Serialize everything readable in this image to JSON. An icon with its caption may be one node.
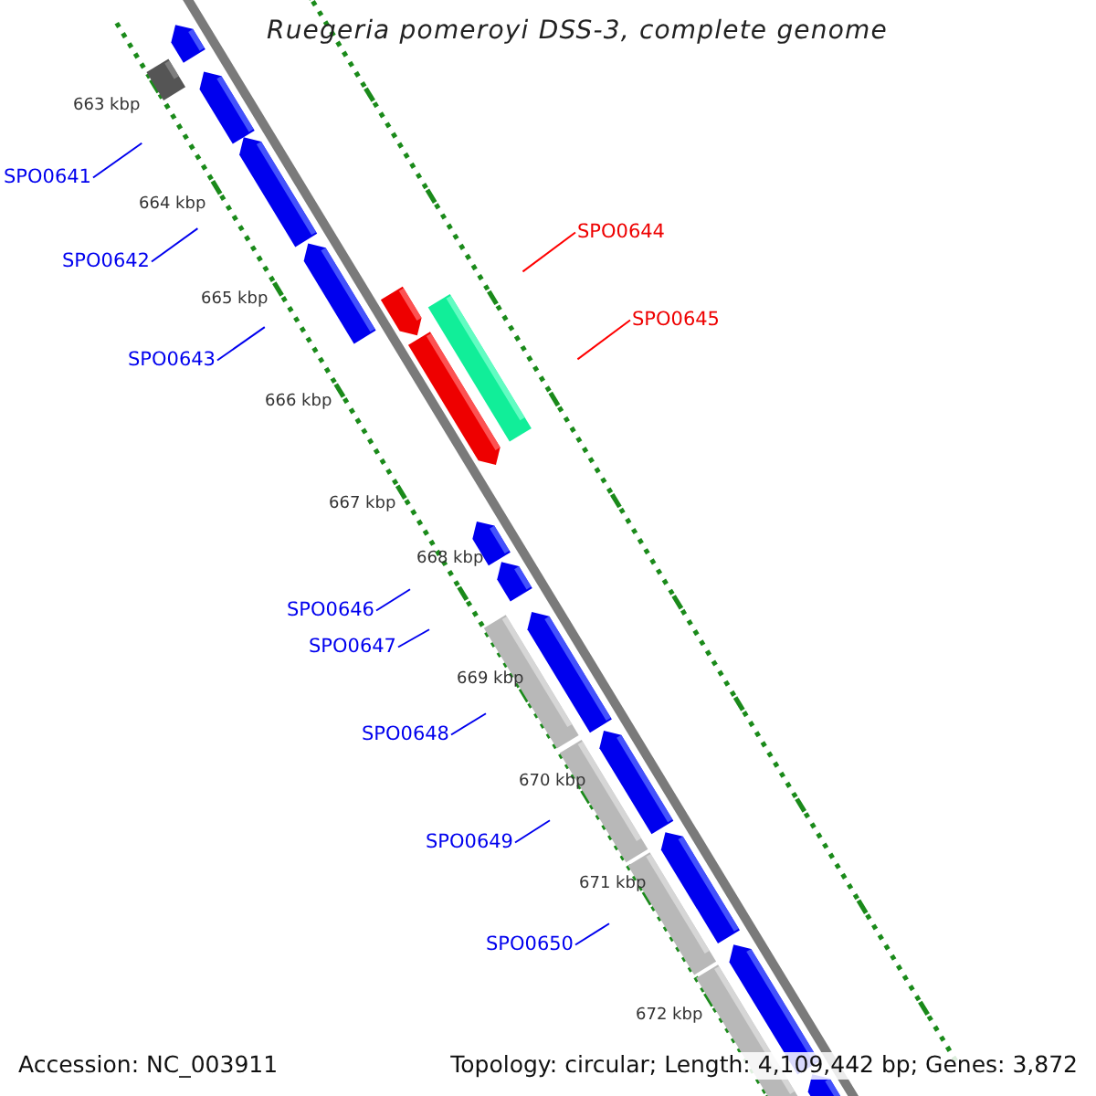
{
  "diagram": {
    "title": "Ruegeria pomeroyi DSS-3, complete genome",
    "nodes": [
      {
        "text": [
          "SPO0641"
        ]
      },
      {
        "text": [
          "SPO0642"
        ]
      },
      {
        "text": [
          "SPO0643"
        ]
      },
      {
        "text": [
          "SPO0644"
        ]
      },
      {
        "text": [
          "SPO0645"
        ]
      },
      {
        "text": [
          "SPO0646"
        ]
      },
      {
        "text": [
          "SPO0647"
        ]
      },
      {
        "text": [
          "SPO0648"
        ]
      },
      {
        "text": [
          "SPO0649"
        ]
      },
      {
        "text": [
          "SPO0650"
        ]
      }
    ],
    "edges": [
      {
        "from": 0,
        "to": null,
        "arrow": "none"
      },
      {
        "from": 1,
        "to": null,
        "arrow": "none"
      },
      {
        "from": 2,
        "to": null,
        "arrow": "none"
      },
      {
        "from": 3,
        "to": null,
        "arrow": "none",
        "color": "#ff0000"
      },
      {
        "from": 4,
        "to": null,
        "arrow": "none",
        "color": "#ff0000"
      },
      {
        "from": 5,
        "to": null,
        "arrow": "none"
      },
      {
        "from": 6,
        "to": null,
        "arrow": "none"
      },
      {
        "from": 7,
        "to": null,
        "arrow": "none"
      },
      {
        "from": 8,
        "to": null,
        "arrow": "none"
      },
      {
        "from": 9,
        "to": null,
        "arrow": "none"
      }
    ],
    "labels": [
      "663 kbp",
      "664 kbp",
      "665 kbp",
      "666 kbp",
      "667 kbp",
      "668 kbp",
      "669 kbp",
      "670 kbp",
      "671 kbp",
      "672 kbp",
      "Accession: NC_003911",
      "Topology: circular; Length: 4,109,442 bp; Genes: 3,872"
    ]
  }
}
